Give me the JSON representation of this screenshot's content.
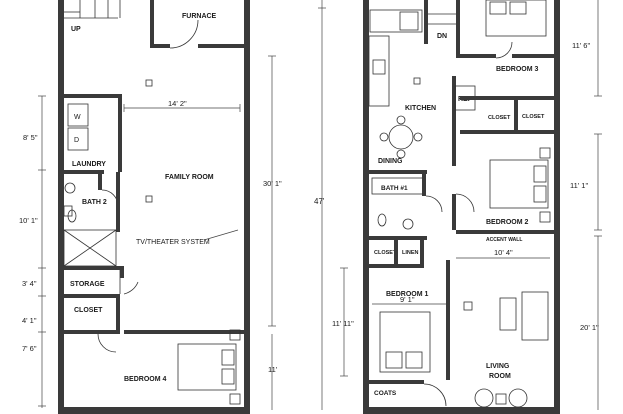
{
  "left_plan": {
    "rooms": {
      "furnace": "FURNACE",
      "up": "UP",
      "laundry": "LAUNDRY",
      "family_room": "FAMILY ROOM",
      "bath2": "BATH 2",
      "storage": "STORAGE",
      "closet": "CLOSET",
      "bedroom4": "BEDROOM 4",
      "tv_note": "TV/THEATER SYSTEM"
    },
    "fixtures": {
      "washer": "W",
      "dryer": "D"
    },
    "dimensions": {
      "family_width": "14' 2\"",
      "laundry_h": "8' 5\"",
      "bath_h": "10' 1\"",
      "storage_h": "3' 4\"",
      "closet_h": "4' 1\"",
      "bed4_h": "7' 6\"",
      "family_depth": "30' 1\"",
      "bed4_depth": "11'"
    }
  },
  "right_plan": {
    "rooms": {
      "kitchen": "KITCHEN",
      "dining": "DINING",
      "dn": "DN",
      "ref": "REF",
      "bedroom3": "BEDROOM 3",
      "closet_a": "CLOSET",
      "closet_b": "CLOSET",
      "bath1": "BATH #1",
      "bedroom2": "BEDROOM 2",
      "accent_wall": "ACCENT WALL",
      "closet_c": "CLOSET",
      "linen": "LINEN",
      "bedroom1": "BEDROOM 1",
      "living_room_1": "LIVING",
      "living_room_2": "ROOM",
      "coats": "COATS"
    },
    "dimensions": {
      "overall": "47'",
      "bed3_h": "11' 6\"",
      "bed2_h": "11' 1\"",
      "living_w": "10' 4\"",
      "bed1_w": "9' 1\"",
      "bed1_h": "11' 11\"",
      "living_h": "20' 1\""
    }
  }
}
